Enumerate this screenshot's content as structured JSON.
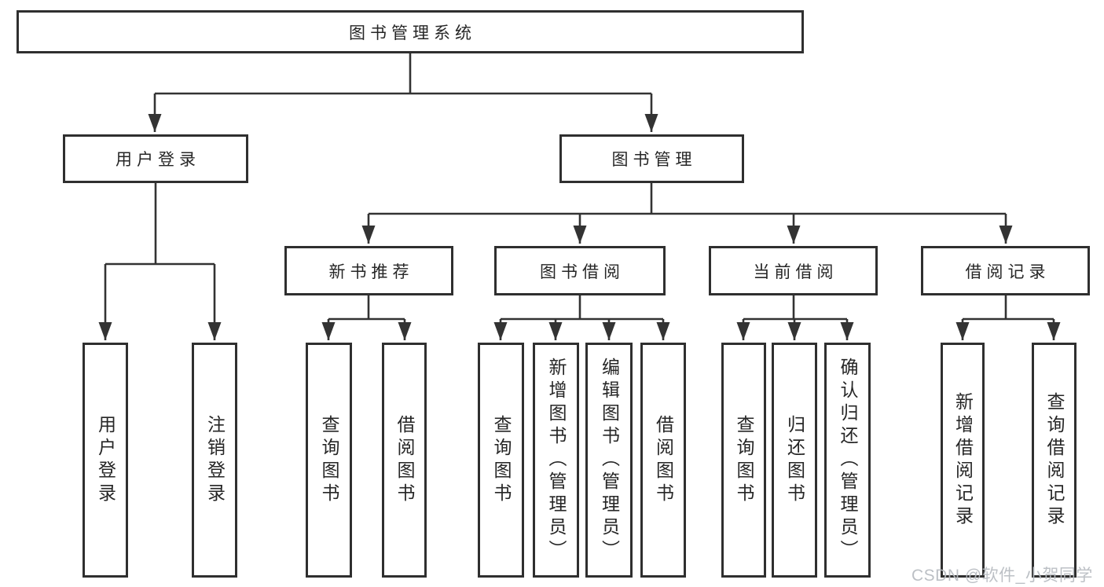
{
  "tree": {
    "root": {
      "label": "图书管理系统",
      "children": [
        {
          "label": "用户登录",
          "children": [
            {
              "label": "用户登录"
            },
            {
              "label": "注销登录"
            }
          ]
        },
        {
          "label": "图书管理",
          "children": [
            {
              "label": "新书推荐",
              "children": [
                {
                  "label": "查询图书"
                },
                {
                  "label": "借阅图书"
                }
              ]
            },
            {
              "label": "图书借阅",
              "children": [
                {
                  "label": "查询图书"
                },
                {
                  "label": "新增图书（管理员）"
                },
                {
                  "label": "编辑图书（管理员）"
                },
                {
                  "label": "借阅图书"
                }
              ]
            },
            {
              "label": "当前借阅",
              "children": [
                {
                  "label": "查询图书"
                },
                {
                  "label": "归还图书"
                },
                {
                  "label": "确认归还（管理员）"
                }
              ]
            },
            {
              "label": "借阅记录",
              "children": [
                {
                  "label": "新增借阅记录"
                },
                {
                  "label": "查询借阅记录"
                }
              ]
            }
          ]
        }
      ]
    }
  },
  "watermark": {
    "text": "CSDN @软件_小贺同学"
  },
  "colors": {
    "line": "#333333",
    "box_border": "#2f2f2f",
    "text": "#262626",
    "watermark": "#b7bbc1",
    "background": "#ffffff"
  }
}
